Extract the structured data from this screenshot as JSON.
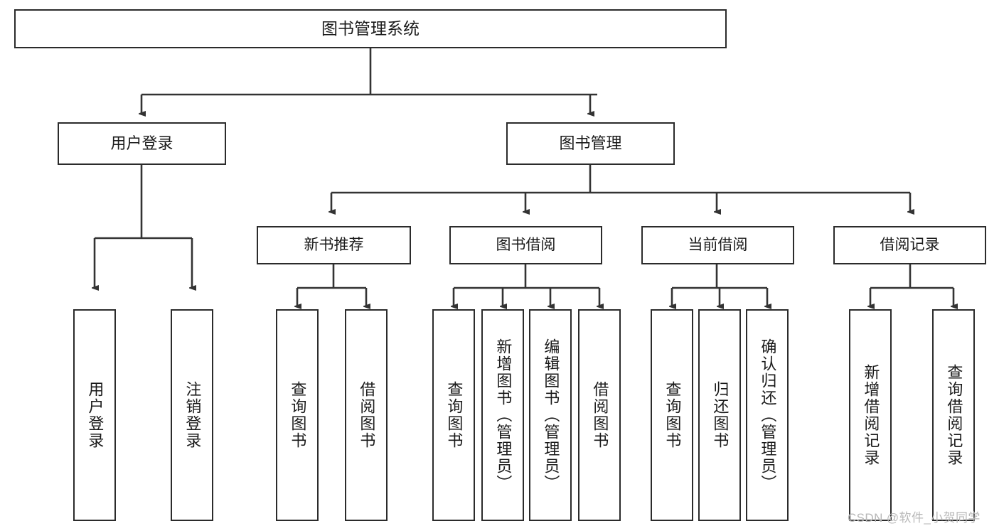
{
  "diagram": {
    "type": "tree",
    "title": "图书管理系统",
    "root": {
      "label": "图书管理系统"
    },
    "level2": [
      {
        "label": "用户登录"
      },
      {
        "label": "图书管理"
      }
    ],
    "level3": [
      {
        "label": "新书推荐"
      },
      {
        "label": "图书借阅"
      },
      {
        "label": "当前借阅"
      },
      {
        "label": "借阅记录"
      }
    ],
    "leaves": {
      "user_login": [
        {
          "label": "用户登录"
        },
        {
          "label": "注销登录"
        }
      ],
      "new_book_recommend": [
        {
          "label": "查询图书"
        },
        {
          "label": "借阅图书"
        }
      ],
      "book_borrow": [
        {
          "label": "查询图书"
        },
        {
          "label": "新增图书（管理员）"
        },
        {
          "label": "编辑图书（管理员）"
        },
        {
          "label": "借阅图书"
        }
      ],
      "current_borrow": [
        {
          "label": "查询图书"
        },
        {
          "label": "归还图书"
        },
        {
          "label": "确认归还（管理员）"
        }
      ],
      "borrow_record": [
        {
          "label": "新增借阅记录"
        },
        {
          "label": "查询借阅记录"
        }
      ]
    }
  },
  "watermark": {
    "text": "CSDN @软件_小贺同学"
  },
  "colors": {
    "box_border": "#2b2b2b",
    "box_fill": "#ffffff",
    "connector": "#333333",
    "text": "#1a1a1a",
    "watermark": "#b8b8b8",
    "background": "#ffffff"
  }
}
